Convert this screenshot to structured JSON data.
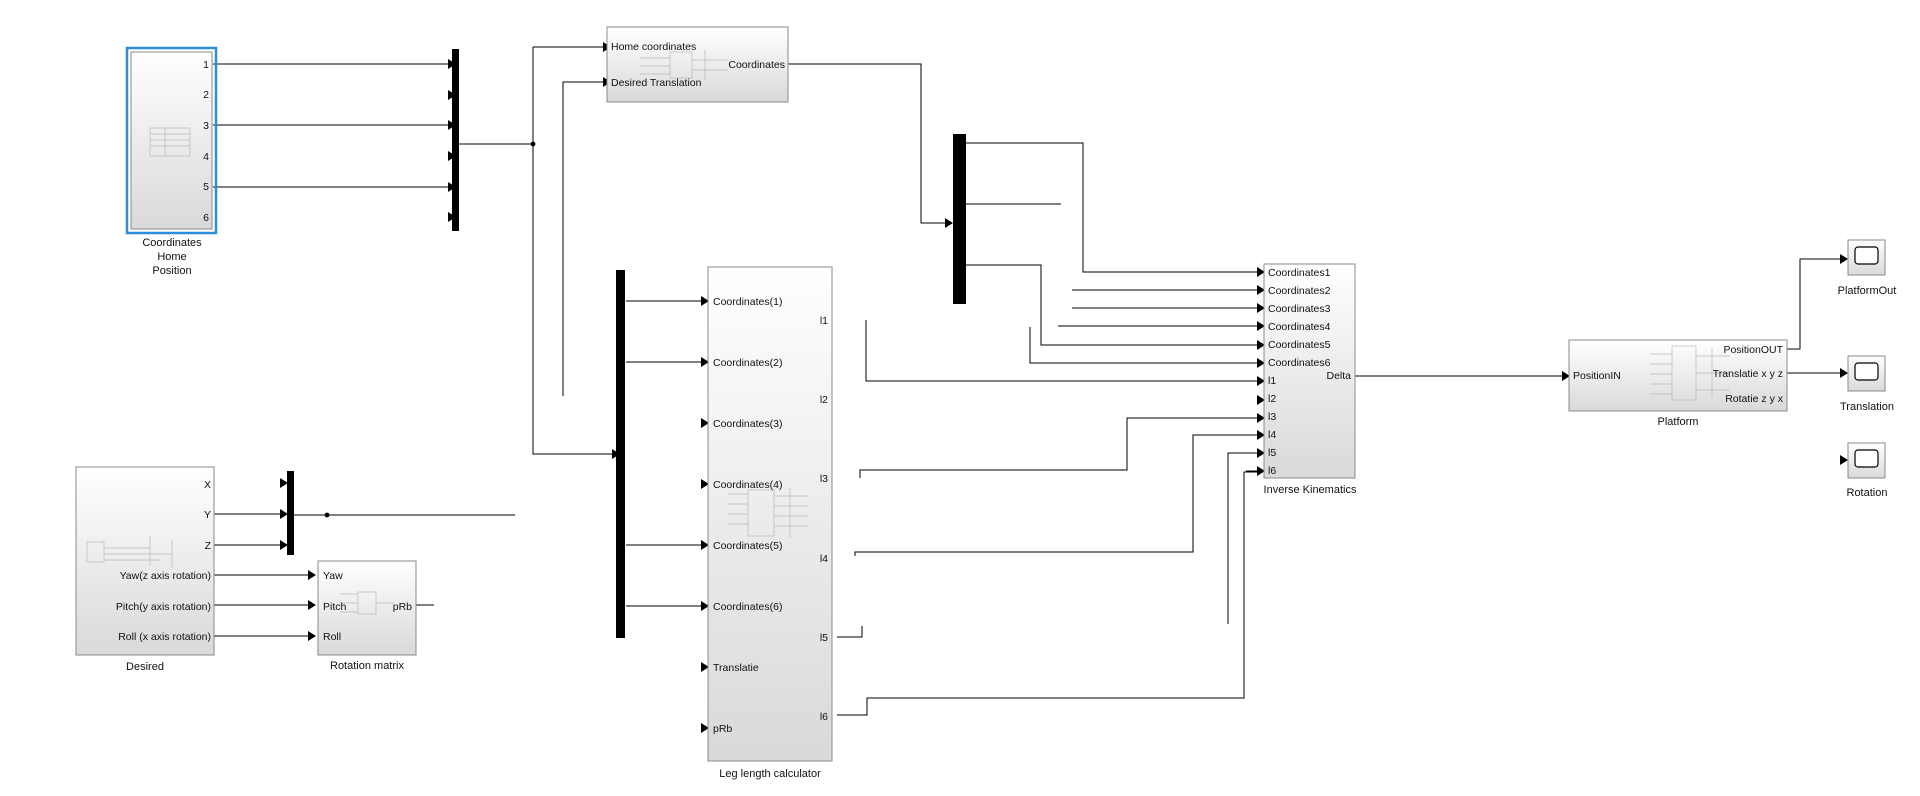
{
  "blocks": {
    "home": {
      "caption": [
        "Coordinates",
        "Home",
        "Position"
      ],
      "ports_out": [
        "1",
        "2",
        "3",
        "4",
        "5",
        "6"
      ]
    },
    "desired": {
      "caption": "Desired",
      "ports_out": [
        "X",
        "Y",
        "Z",
        "Yaw(z axis rotation)",
        "Pitch(y axis rotation)",
        "Roll (x axis rotation)"
      ]
    },
    "rotation_matrix": {
      "caption": "Rotation matrix",
      "ports_in": [
        "Yaw",
        "Pitch",
        "Roll"
      ],
      "port_out": "pRb"
    },
    "translation_sub": {
      "ports_in": [
        "Home coordinates",
        "Desired Translation"
      ],
      "port_out": "Coordinates"
    },
    "leg_length": {
      "caption": "Leg length calculator",
      "ports_in": [
        "Coordinates(1)",
        "Coordinates(2)",
        "Coordinates(3)",
        "Coordinates(4)",
        "Coordinates(5)",
        "Coordinates(6)",
        "Translatie",
        "pRb"
      ],
      "ports_out": [
        "l1",
        "l2",
        "l3",
        "l4",
        "l5",
        "l6"
      ]
    },
    "inverse_kinematics": {
      "caption": "Inverse Kinematics",
      "ports_in": [
        "Coordinates1",
        "Coordinates2",
        "Coordinates3",
        "Coordinates4",
        "Coordinates5",
        "Coordinates6",
        "l1",
        "l2",
        "l3",
        "l4",
        "l5",
        "l6"
      ],
      "port_out": "Delta"
    },
    "platform": {
      "caption": "Platform",
      "port_in": "PositionIN",
      "ports_out": [
        "PositionOUT",
        "Translatie x y z",
        "Rotatie z y x"
      ]
    },
    "scopes": [
      "PlatformOut",
      "Translation",
      "Rotation"
    ]
  },
  "colors": {
    "block_fill_top": "#ffffff",
    "block_fill_bottom": "#dcdcdc",
    "selection": "#2c8fd6",
    "wire": "#000000",
    "mux": "#000000"
  }
}
